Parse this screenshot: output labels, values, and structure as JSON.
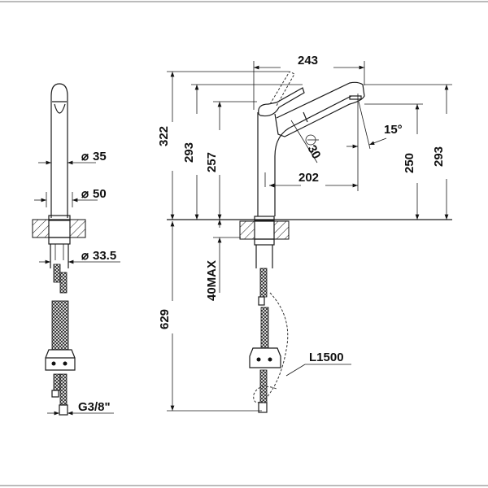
{
  "side_view": {
    "dia_spout": "35",
    "dia_base": "50",
    "dia_shank": "33.5",
    "thread": "G3/8\"",
    "diameter_symbol": "⌀"
  },
  "front_view": {
    "reach_total": "243",
    "height_total": "322",
    "height_spout_top": "293",
    "height_body": "257",
    "reach_outlet": "202",
    "angle_spray": "15°",
    "angle_pullout": "30",
    "height_outlet": "250",
    "height_spout_top_right": "293",
    "counter_thickness": "40MAX",
    "hose_drop": "629",
    "hose_length": "L1500"
  }
}
